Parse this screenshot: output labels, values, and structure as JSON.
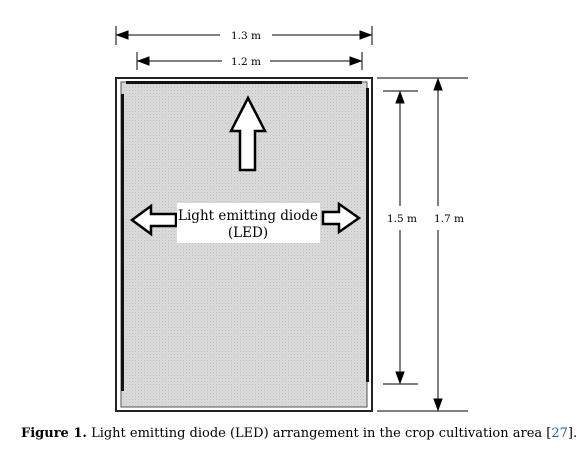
{
  "diagram": {
    "width_outer_label": "1.3 m",
    "width_inner_label": "1.2 m",
    "height_inner_label": "1.5 m",
    "height_outer_label": "1.7 m",
    "center_label_line1": "Light emitting diode",
    "center_label_line2": "(LED)"
  },
  "caption": {
    "label": "Figure 1.",
    "text": " Light emitting diode (LED) arrangement in the crop cultivation area [",
    "ref": "27",
    "end": "]."
  }
}
